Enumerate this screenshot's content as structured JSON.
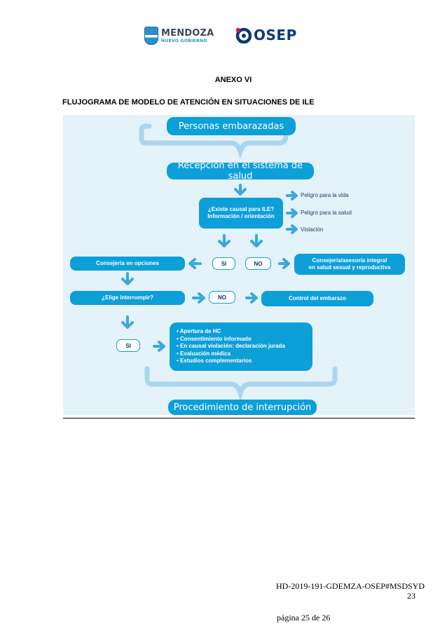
{
  "header": {
    "mendoza_logo": {
      "title": "MENDOZA",
      "subtitle": "NUEVO GOBIERNO"
    },
    "osep_logo": {
      "text": "OSEP"
    }
  },
  "annex_title": "ANEXO VI",
  "doc_title": "FLUJOGRAMA DE MODELO DE ATENCIÓN EN SITUACIONES DE ILE",
  "flowchart": {
    "top": "Personas embarazadas",
    "reception": "Recepción en el sistema de salud",
    "question_line1": "¿Existe causal para ILE?",
    "question_line2": "Información / orientación",
    "causes": [
      "Peligro para la vida",
      "Peligro para la salud",
      "Violación"
    ],
    "counseling_options": "Consejería en opciones",
    "yes": "SI",
    "no": "NO",
    "integral_line1": "Consejería/asesoría integral",
    "integral_line2": "en salud sexual y reproductiva",
    "choose": "¿Elige interrumpir?",
    "pregnancy_control": "Control del embarazo",
    "steps": [
      "Apertura de HC",
      "Consentimiento informado",
      "En causal violación: declaración jurada",
      "Evaluación médica",
      "Estudios complementarios"
    ],
    "bottom": "Procedimiento de interrupción"
  },
  "footer": {
    "code": "HD-2019-191-GDEMZA-OSEP#MSDSYD",
    "number": "23",
    "page": "página 25 de 26"
  },
  "colors": {
    "box": "#0d9fd8",
    "panel": "#e4f2fa",
    "arrow": "#3aa8dc",
    "brace": "#a9d6ef"
  }
}
